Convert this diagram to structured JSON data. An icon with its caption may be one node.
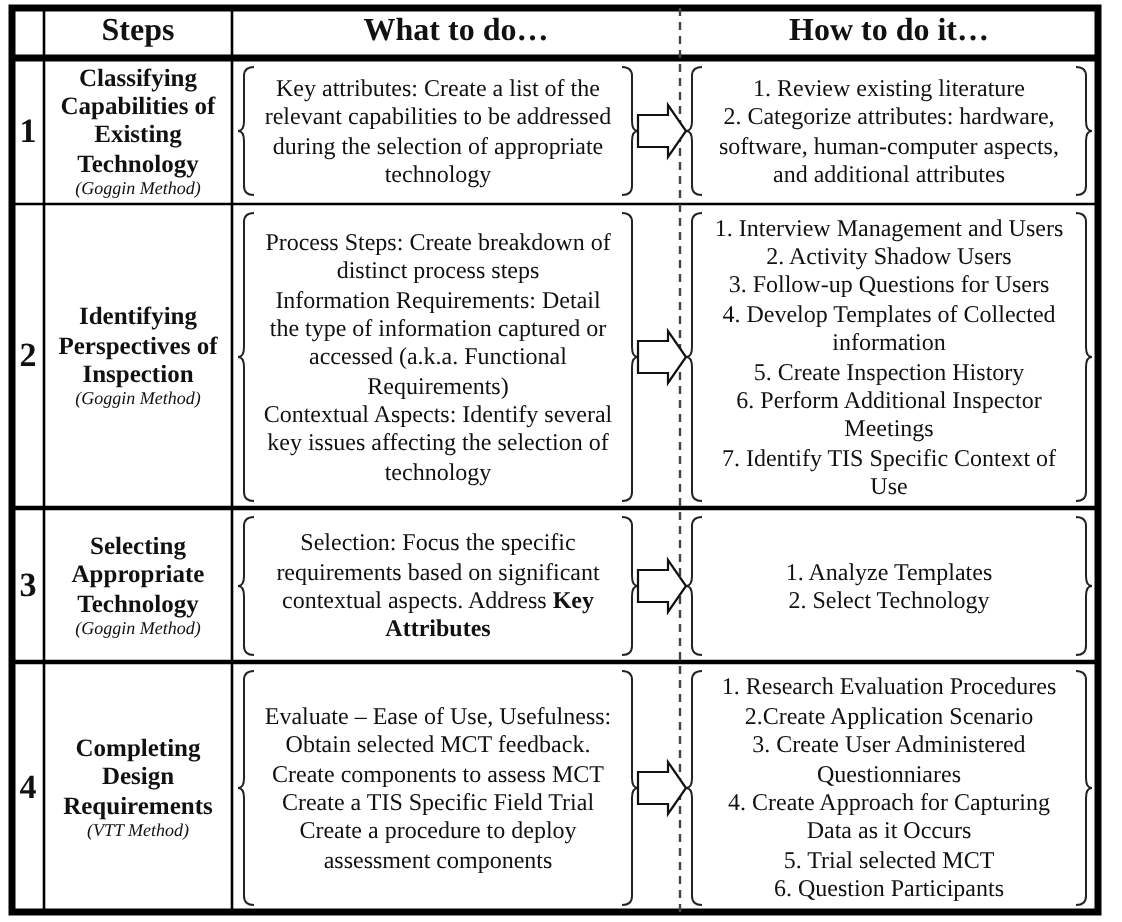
{
  "diagram": {
    "nodes": [
      {
        "text": [
          "Key attributes: Create a list of the relevant capabilities to be addressed during the selection of appropriate technology"
        ]
      },
      {
        "text": [
          "1. Review existing literature",
          "2. Categorize attributes: hardware, software, human-computer aspects, and additional attributes"
        ]
      },
      {
        "text": [
          "Process Steps: Create breakdown of distinct process steps",
          "Information Requirements: Detail the type of information captured or accessed (a.k.a. Functional Requirements)",
          "Contextual Aspects: Identify several key issues affecting the selection of technology"
        ]
      },
      {
        "text": [
          "1. Interview Management and Users",
          "2. Activity Shadow Users",
          "3. Follow-up Questions for Users",
          "4. Develop Templates of Collected information",
          "5. Create Inspection History",
          "6. Perform Additional Inspector Meetings",
          "7. Identify TIS Specific Context of Use"
        ]
      },
      {
        "text": [
          "Selection: Focus the specific requirements based on significant contextual aspects. Address **Key Attributes**"
        ]
      },
      {
        "text": [
          "1. Analyze Templates",
          "2. Select Technology"
        ]
      },
      {
        "text": [
          "Evaluate – Ease of Use, Usefulness: Obtain selected MCT feedback.",
          "Create components to assess MCT",
          "Create a TIS Specific Field Trial",
          "Create a procedure to deploy assessment components"
        ]
      },
      {
        "text": [
          "1. Research Evaluation Procedures",
          "2.Create Application Scenario",
          "3. Create User Administered Questionniares",
          "4. Create Approach for Capturing Data as it Occurs",
          "5. Trial selected MCT",
          "6. Question Participants"
        ]
      }
    ],
    "edges": [
      {
        "from": 0,
        "to": 1,
        "arrow": "to"
      },
      {
        "from": 2,
        "to": 3,
        "arrow": "to"
      },
      {
        "from": 4,
        "to": 5,
        "arrow": "to"
      },
      {
        "from": 6,
        "to": 7,
        "arrow": "to"
      }
    ],
    "labels": [
      "Steps",
      "What to do…",
      "How to do it…",
      "1",
      "Classifying Capabilities of Existing Technology",
      "(Goggin Method)",
      "2",
      "Identifying Perspectives of Inspection",
      "(Goggin Method)",
      "3",
      "Selecting Appropriate Technology",
      "(Goggin Method)",
      "4",
      "Completing Design Requirements",
      "(VTT Method)"
    ]
  }
}
